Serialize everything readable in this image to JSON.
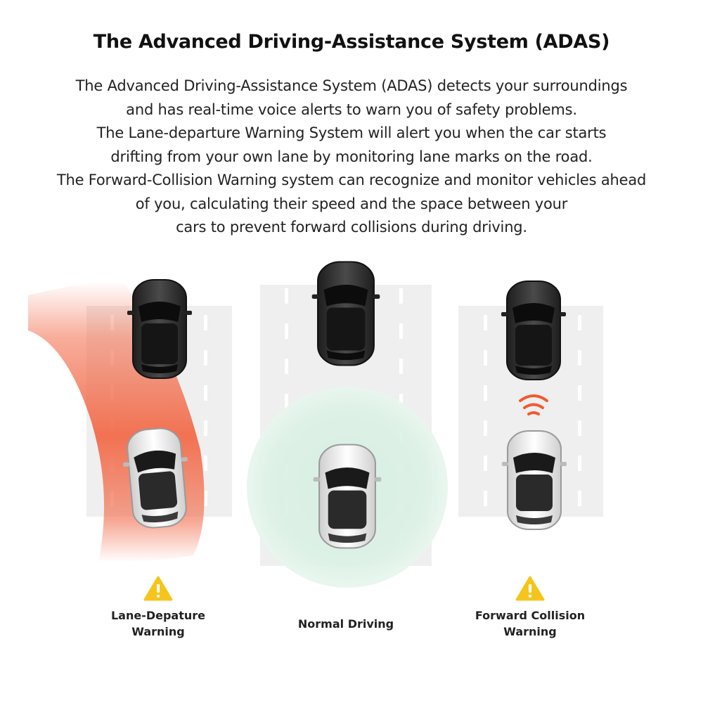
{
  "title": "The Advanced Driving-Assistance System (ADAS)",
  "description": [
    "The Advanced Driving-Assistance System (ADAS) detects your surroundings",
    "and has real-time voice alerts to warn you of safety problems.",
    "The Lane-departure Warning System will alert you when the car starts",
    "drifting from your own lane by monitoring lane marks on the road.",
    "The Forward-Collision Warning system can recognize and monitor vehicles ahead",
    "of you, calculating their speed and the space between your",
    "cars to prevent forward collisions during driving."
  ],
  "panels": {
    "lane_departure": {
      "label_line1": "Lane-Depature",
      "label_line2": "Warning",
      "warning_icon": "warning-triangle-icon"
    },
    "normal_driving": {
      "label_line1": "Normal Driving"
    },
    "forward_collision": {
      "label_line1": "Forward Collision",
      "label_line2": "Warning",
      "warning_icon": "warning-triangle-icon",
      "signal_icon": "radar-waves-icon"
    }
  },
  "colors": {
    "warning_orange": "#f26b4a",
    "safe_green": "#d9f1e4",
    "alert_yellow": "#f5c51c",
    "dark_car": "#2b2b2b",
    "white_car": "#f2f2f2",
    "road": "#efefef"
  }
}
